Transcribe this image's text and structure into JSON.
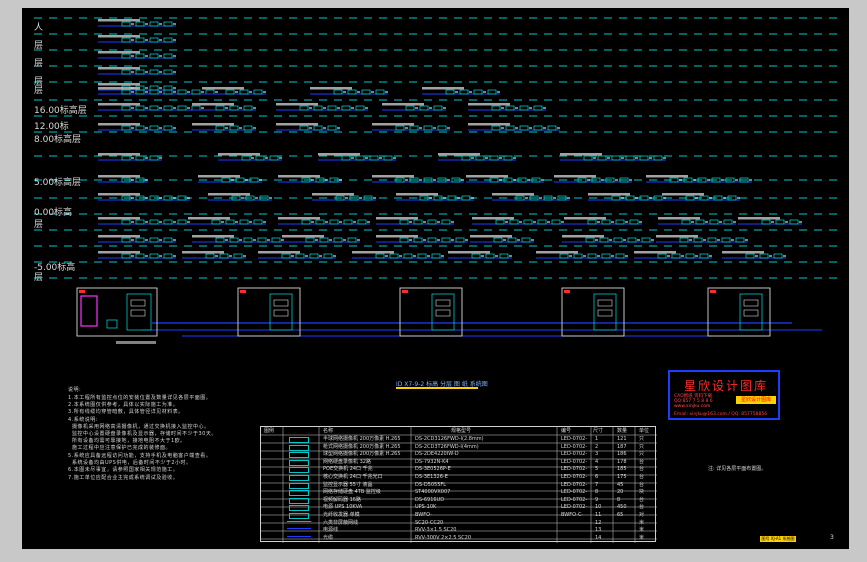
{
  "floors": [
    "人",
    "层",
    "层",
    "层",
    "层",
    "16.00标高层",
    "12.00标",
    "8.00标高层",
    "5.00标高层",
    "0.00标高",
    "层",
    "-5.00标高",
    "层"
  ],
  "title_text": "ID X7-9-2 标高 分层 图 纸 系统图",
  "stamp": {
    "title": "星欣设计图库",
    "line1": "CAD图纸 资料下载",
    "line2": "QQ:857 7 5 8 8 6",
    "line3": "www.xinjku.com",
    "line4": "Email: xinjku@163.com / QQ: 857758856",
    "badge": "星欣设计图库"
  },
  "notes": [
    "说明:",
    "1.本工程所有监控点位的安装位置及数量详见各层平面图。",
    "2.本系统图仅供参考，具体以实际施工为准。",
    "3.所有线缆均穿管暗敷，具体管径详见材料表。",
    "4.系统说明:",
    "  摄像机采用网络高清摄像机，通过交换机接入监控中心。",
    "  监控中心设置硬盘录像机及显示器，存储时间不少于30天。",
    "  所有设备均需可靠接地，接地电阻不大于1欧。",
    "  施工过程中应注意保护已完成的装修面。",
    "5.系统应具备远程访问功能，支持手机及电脑客户端查看。",
    "  系统设备均由UPS供电，后备时间不少于2小时。",
    "6.本图未尽事宜，请参照国家相关规范施工。",
    "7.施工单位应配合业主完成系统调试及验收。"
  ],
  "legend": {
    "headers": [
      "图例",
      "名称",
      "规格型号",
      "编号",
      "尺寸",
      "数量",
      "单位"
    ],
    "rows": [
      [
        "半球网络摄像机 200万像素 H.265",
        "DS-2CD3126FWD-I(2.8mm)",
        "LED-0702-",
        "1",
        "121",
        "只"
      ],
      [
        "枪式网络摄像机 200万像素 H.265",
        "DS-2CD3T26FWD-I(4mm)",
        "LED-0702-",
        "2",
        "187",
        "只"
      ],
      [
        "球型网络摄像机 200万像素 H.265",
        "DS-2DE4220IW-D",
        "LED-0702-",
        "3",
        "186",
        "只"
      ],
      [
        "网络硬盘录像机 32路",
        "DS-7932N-K4",
        "LED-0702-",
        "4",
        "178",
        "台"
      ],
      [
        "POE交换机 24口 千兆",
        "DS-3E0526P-E",
        "LED-0702-",
        "5",
        "185",
        "台"
      ],
      [
        "核心交换机 24口 千兆光口",
        "DS-3E1326-E",
        "LED-0702-",
        "6",
        "175",
        "台"
      ],
      [
        "监控显示器 55寸 液晶",
        "DS-D5055FL",
        "LED-0702-",
        "7",
        "45",
        "台"
      ],
      [
        "网络存储硬盘 4TB 监控级",
        "ST4000VX007",
        "LED-0702-",
        "8",
        "20",
        "块"
      ],
      [
        "视频解码器 16路",
        "DS-6916UD",
        "LED-0702-",
        "9",
        "8",
        "台"
      ],
      [
        "电源 UPS 10KVA",
        "UPS-10K",
        "LED-0702-",
        "10",
        "450",
        "台"
      ],
      [
        "光纤收发器 单模",
        "BWFO-",
        "BWFO-C-",
        "11",
        "65",
        "对"
      ],
      [
        "六类非屏蔽网线",
        "SC20-CC20",
        "",
        "12",
        "",
        "米"
      ],
      [
        "电源线",
        "RVV-3×1.5 SC20",
        "",
        "13",
        "",
        "米"
      ],
      [
        "光缆",
        "RVV-300V 2×2.5 SC20",
        "",
        "14",
        "",
        "米"
      ]
    ]
  },
  "side_note": "注: 详见各层平面布置图。",
  "page_number": "3",
  "titleblock_badge": "图号 XJ-A1 系统图 001",
  "colors": {
    "background": "#000000",
    "dash_line": "#00c8c8",
    "wire_blue": "#1f3cff",
    "frame": "#c8c8c8",
    "stamp_red": "#ff2a2a",
    "highlight": "#ffd000",
    "magenta": "#ff30ff"
  }
}
